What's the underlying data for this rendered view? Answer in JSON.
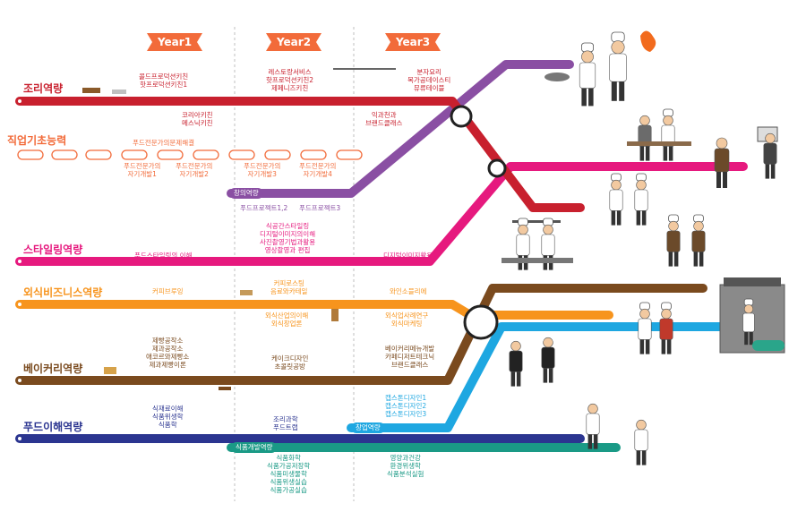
{
  "years": [
    "Year1",
    "Year2",
    "Year3"
  ],
  "colors": {
    "cooking": "#c8202e",
    "basic": "#f26b3a",
    "creative": "#8a4fa3",
    "styling": "#e6197e",
    "business": "#f7941d",
    "bakery": "#7a4a1e",
    "food": "#2b3590",
    "startup": "#1ea7e1",
    "develop": "#1a9a86"
  },
  "tracks": {
    "cooking": "조리역량",
    "basic": "직업기초능력",
    "styling": "스타일링역량",
    "business": "외식비즈니스역량",
    "bakery": "베이커리역량",
    "food": "푸드이해역량"
  },
  "tags": {
    "creative": "창의역량",
    "startup": "창업역량",
    "develop": "식품개발역량"
  },
  "courses": {
    "cook_y1a": [
      "콜드프로덕션키친",
      "핫프로덕션키친1"
    ],
    "cook_y1b": [
      "코리아키친",
      "메스닉키친"
    ],
    "cook_y2": [
      "레스토랑서비스",
      "핫프로덕션키친2",
      "제페니즈키친"
    ],
    "cook_y3a": [
      "분자요리",
      "목가공데이스티",
      "뮤류테이블"
    ],
    "cook_y3b": [
      "익과천과",
      "브랜드클래스"
    ],
    "basic_y1": [
      "푸드전문가의문제해결"
    ],
    "basic_s1": [
      "푸드전문가의",
      "자기개발1"
    ],
    "basic_s2": [
      "푸드전문가의",
      "자기개발2"
    ],
    "basic_s3": [
      "푸드전문가의",
      "자기개발3"
    ],
    "basic_s4": [
      "푸드전문가의",
      "자기개발4"
    ],
    "creative_p1": [
      "푸드프로젝트1,2"
    ],
    "creative_p2": [
      "푸드프로젝트3"
    ],
    "style_y1": [
      "푸드스타일링의 이해"
    ],
    "style_y2": [
      "식공간스타일링",
      "디지털이미지의이해",
      "사진촬영기법과활용",
      "영상촬영과 편집"
    ],
    "style_y3": [
      "디지털이미지활용"
    ],
    "biz_y1": [
      "커피브루잉"
    ],
    "biz_y2a": [
      "커피로스팅",
      "음료와카테일"
    ],
    "biz_y2b": [
      "외식산업의이해",
      "외식창업론"
    ],
    "biz_y3a": [
      "와인소믈리에"
    ],
    "biz_y3b": [
      "외식업사례연구",
      "외식마케팅"
    ],
    "bake_y1": [
      "제빵공작소",
      "제과공작소",
      "애코르와제빵소",
      "제과제빵이론"
    ],
    "bake_y2": [
      "케이크디자인",
      "초콜릿공방"
    ],
    "bake_y3": [
      "베이커리메뉴개발",
      "카페디저트테크닉",
      "브랜드클래스"
    ],
    "food_y1": [
      "식재료이해",
      "식품위생학",
      "식품학"
    ],
    "food_y2": [
      "조리과학",
      "푸드트랩"
    ],
    "startup_y3": [
      "캡스톤디자인1",
      "캡스톤디자인2",
      "캡스톤디자인3"
    ],
    "develop_y2": [
      "식품화학",
      "식품가공저장학",
      "식품미생물학",
      "식품위생실습",
      "식품가공실습"
    ],
    "develop_y3": [
      "영양과건강",
      "환경위생학",
      "식품분석실험"
    ]
  }
}
